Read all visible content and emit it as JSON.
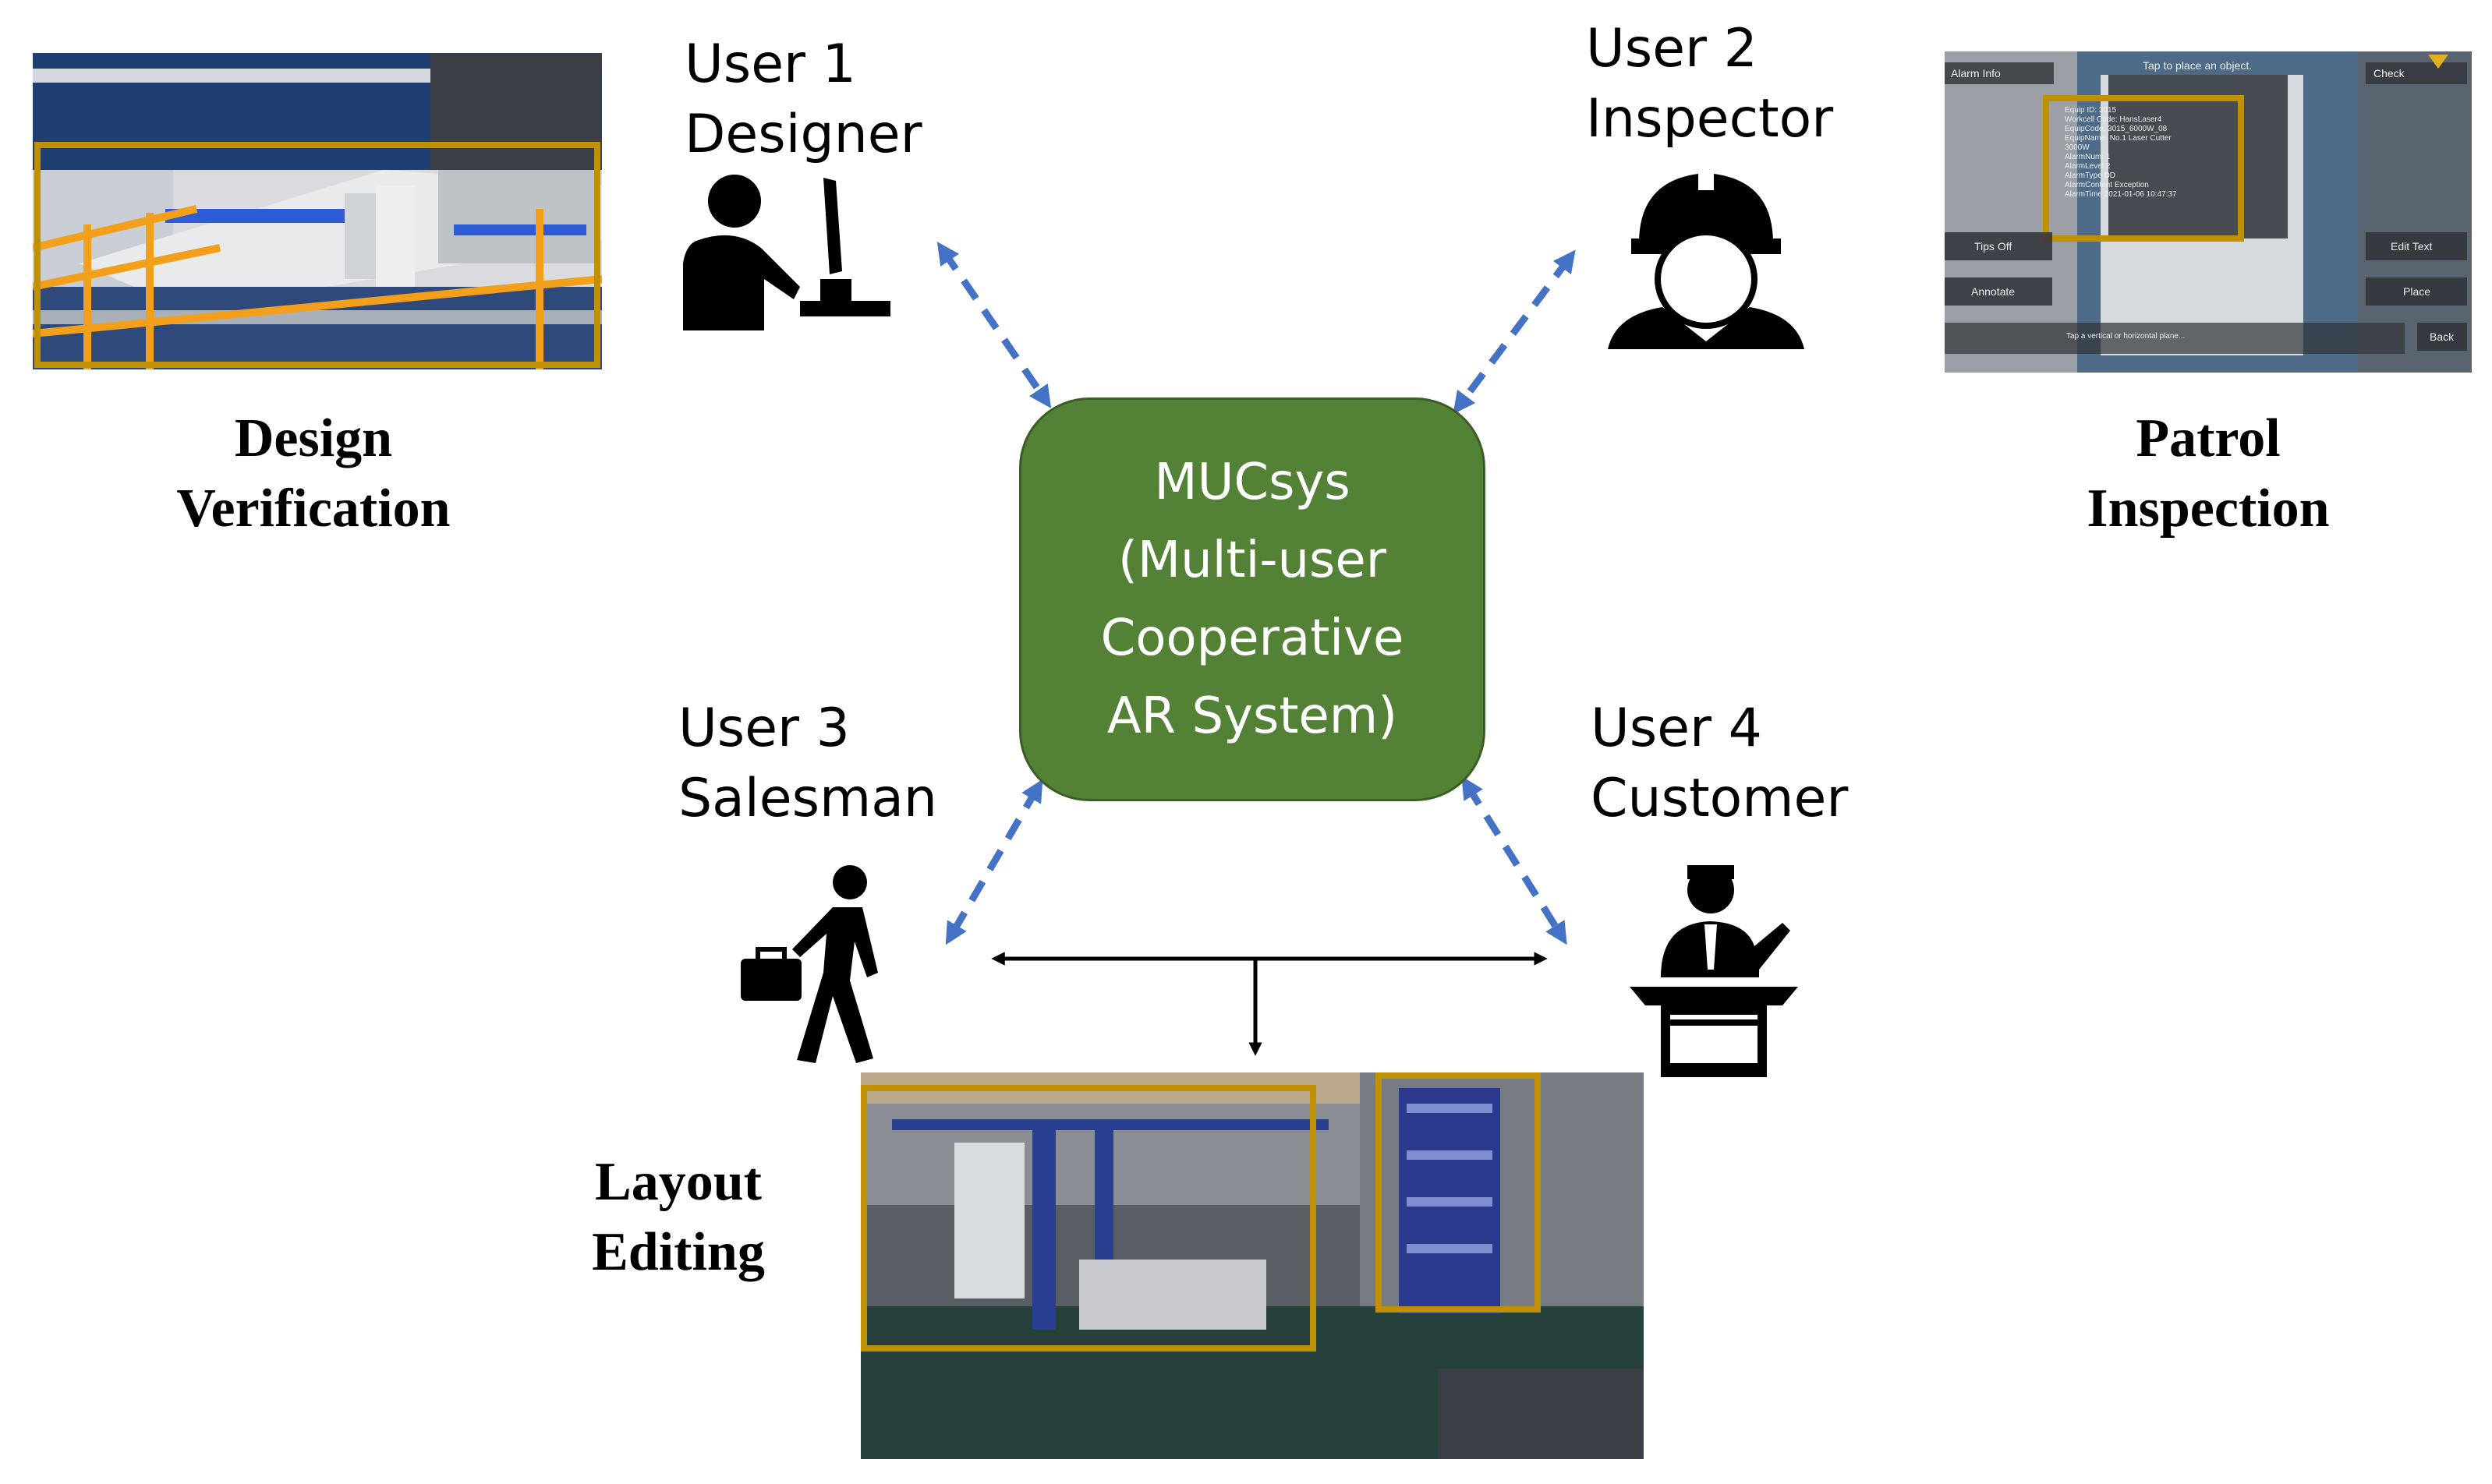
{
  "center_system": {
    "lines": [
      "MUCsys",
      "(Multi-user",
      "Cooperative",
      "AR System)"
    ],
    "color": "#538135"
  },
  "users": [
    {
      "id": "user-1",
      "line1": "User 1",
      "line2": "Designer",
      "icon": "designer-at-computer-icon"
    },
    {
      "id": "user-2",
      "line1": "User 2",
      "line2": "Inspector",
      "icon": "inspector-hardhat-icon"
    },
    {
      "id": "user-3",
      "line1": "User 3",
      "line2": "Salesman",
      "icon": "salesman-walking-icon"
    },
    {
      "id": "user-4",
      "line1": "User 4",
      "line2": "Customer",
      "icon": "customer-at-podium-icon"
    }
  ],
  "scenarios": {
    "design": {
      "line1": "Design",
      "line2": "Verification"
    },
    "patrol": {
      "line1": "Patrol",
      "line2": "Inspection"
    },
    "layout": {
      "line1": "Layout",
      "line2": "Editing"
    }
  },
  "ar_ui": {
    "top_hint": "Tap to place an object.",
    "alarm_info": "Alarm Info",
    "check": "Check",
    "tips_off": "Tips Off",
    "annotate": "Annotate",
    "edit_text": "Edit Text",
    "place": "Place",
    "back": "Back",
    "bottom_hint": "Tap a vertical or horizontal plane...",
    "info_lines": [
      "Equip ID: 3015",
      "Workcell Code: HansLaser4",
      "EquipCode: 3015_6000W_08",
      "EquipName: No.1 Laser Cutter",
      "3000W",
      "AlarmNum: 1",
      "AlarmLevel 2",
      "AlarmType DD",
      "AlarmContent Exception",
      "AlarmTime 2021-01-06 10:47:37"
    ]
  },
  "colors": {
    "dashed_arrow": "#4472c4",
    "highlight_frame": "#bf9000",
    "text": "#000000"
  }
}
